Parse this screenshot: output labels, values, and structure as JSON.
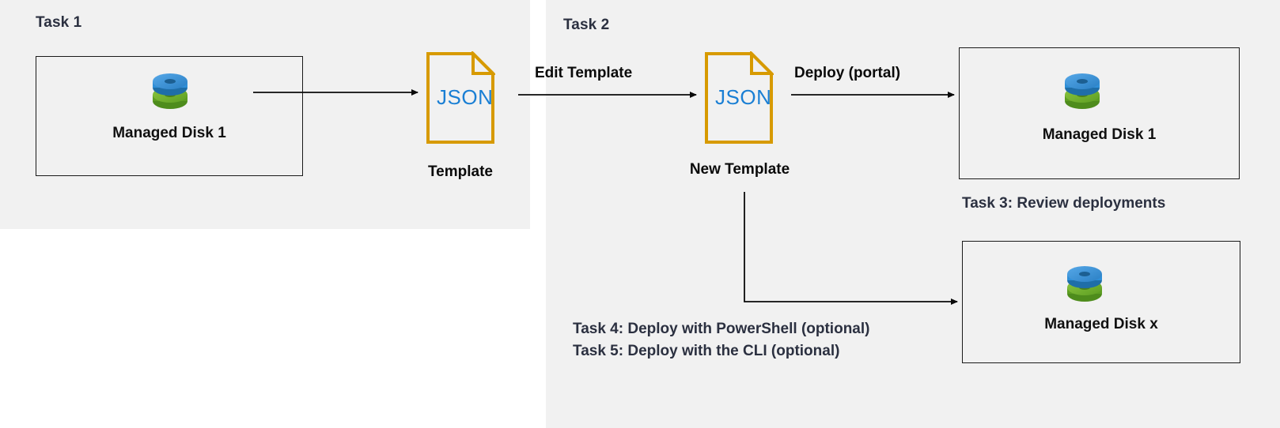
{
  "diagram": {
    "title_task1": "Task 1",
    "title_task2": "Task 2",
    "panels": {
      "task1_bg": "#f1f1f1",
      "task2_bg": "#f1f1f1"
    },
    "colors": {
      "heading": "#2b3040",
      "label": "#0a0a0a",
      "json_border": "#d79a00",
      "json_text": "#1a7fd4",
      "disk_blue": "#2f8fd8",
      "disk_green": "#6fb52e",
      "arrow": "#0a0a0a",
      "box_border": "#1a1a1a"
    },
    "nodes": {
      "managed_disk_1_left": "Managed Disk 1",
      "template_caption": "Template",
      "json_label_1": "JSON",
      "json_label_2": "JSON",
      "new_template_caption": "New Template",
      "managed_disk_1_right": "Managed Disk 1",
      "managed_disk_x": "Managed Disk x"
    },
    "edges": {
      "edit_template": "Edit Template",
      "deploy_portal": "Deploy (portal)"
    },
    "notes": {
      "task3": "Task 3: Review deployments",
      "task4": "Task 4: Deploy with PowerShell (optional)",
      "task5": "Task 5: Deploy with the CLI (optional)"
    },
    "icons": {
      "disk": "managed-disk-icon",
      "document": "json-document-icon",
      "arrow": "arrow-right-icon"
    }
  }
}
